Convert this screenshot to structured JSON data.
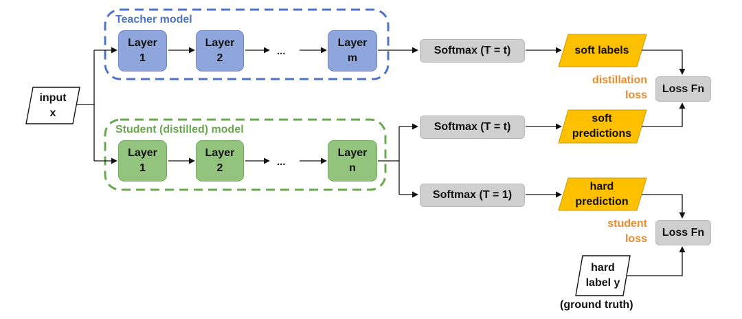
{
  "teacher": {
    "title": "Teacher model",
    "layers": [
      {
        "l1": "Layer",
        "l2": "1"
      },
      {
        "l1": "Layer",
        "l2": "2"
      },
      {
        "l1": "Layer",
        "l2": "m"
      }
    ],
    "ellipsis": "..."
  },
  "student": {
    "title": "Student (distilled) model",
    "layers": [
      {
        "l1": "Layer",
        "l2": "1"
      },
      {
        "l1": "Layer",
        "l2": "2"
      },
      {
        "l1": "Layer",
        "l2": "n"
      }
    ],
    "ellipsis": "..."
  },
  "input": {
    "l1": "input",
    "l2": "x"
  },
  "softmax": {
    "teacher": "Softmax (T = t)",
    "student_soft": "Softmax (T = t)",
    "student_hard": "Softmax (T = 1)"
  },
  "outputs": {
    "soft_labels": "soft labels",
    "soft_predictions": {
      "l1": "soft",
      "l2": "predictions"
    },
    "hard_prediction": {
      "l1": "hard",
      "l2": "prediction"
    }
  },
  "loss": {
    "top": "Loss Fn",
    "bottom": "Loss Fn",
    "distillation": {
      "l1": "distillation",
      "l2": "loss"
    },
    "student": {
      "l1": "student",
      "l2": "loss"
    }
  },
  "ground_truth": {
    "l1": "hard",
    "l2": "label y",
    "caption": "(ground truth)"
  },
  "colors": {
    "teacher_accent": "#4f73c7",
    "student_accent": "#6aa84f",
    "teacher_layer": "#8ea6dc",
    "student_layer": "#93c47d",
    "softmax_fill": "#cfcfcf",
    "output_fill": "#ffc000",
    "loss_label": "#ea8a2c"
  }
}
